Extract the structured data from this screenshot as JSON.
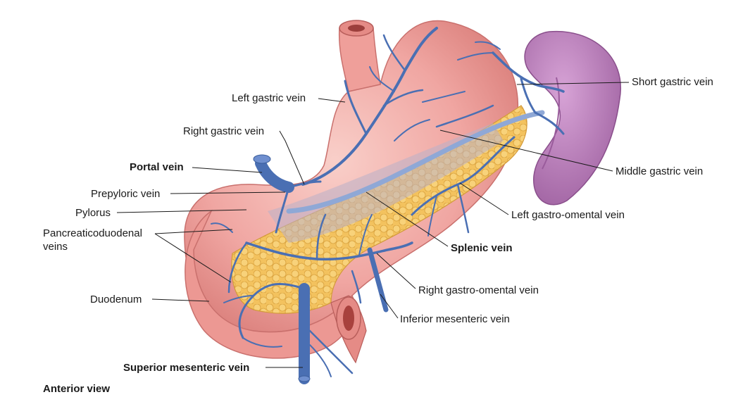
{
  "labels": {
    "short_gastric_vein": "Short gastric vein",
    "left_gastric_vein": "Left gastric vein",
    "right_gastric_vein": "Right gastric vein",
    "middle_gastric_vein": "Middle gastric vein",
    "portal_vein": "Portal vein",
    "prepyloric_vein": "Prepyloric vein",
    "left_gastro_omental_vein": "Left gastro-omental vein",
    "pylorus": "Pylorus",
    "pancreaticoduodenal_veins_line1": "Pancreaticoduodenal",
    "pancreaticoduodenal_veins_line2": "veins",
    "splenic_vein": "Splenic vein",
    "right_gastro_omental_vein": "Right gastro-omental vein",
    "duodenum": "Duodenum",
    "inferior_mesenteric_vein": "Inferior mesenteric vein",
    "superior_mesenteric_vein": "Superior mesenteric vein",
    "view": "Anterior view"
  },
  "colors": {
    "stomach": "#f0a6a2",
    "stomach_edge": "#c9706d",
    "spleen": "#b77ab8",
    "pancreas": "#f3c25e",
    "vein": "#4a6fb3",
    "vein_light": "#8fa8d6"
  }
}
